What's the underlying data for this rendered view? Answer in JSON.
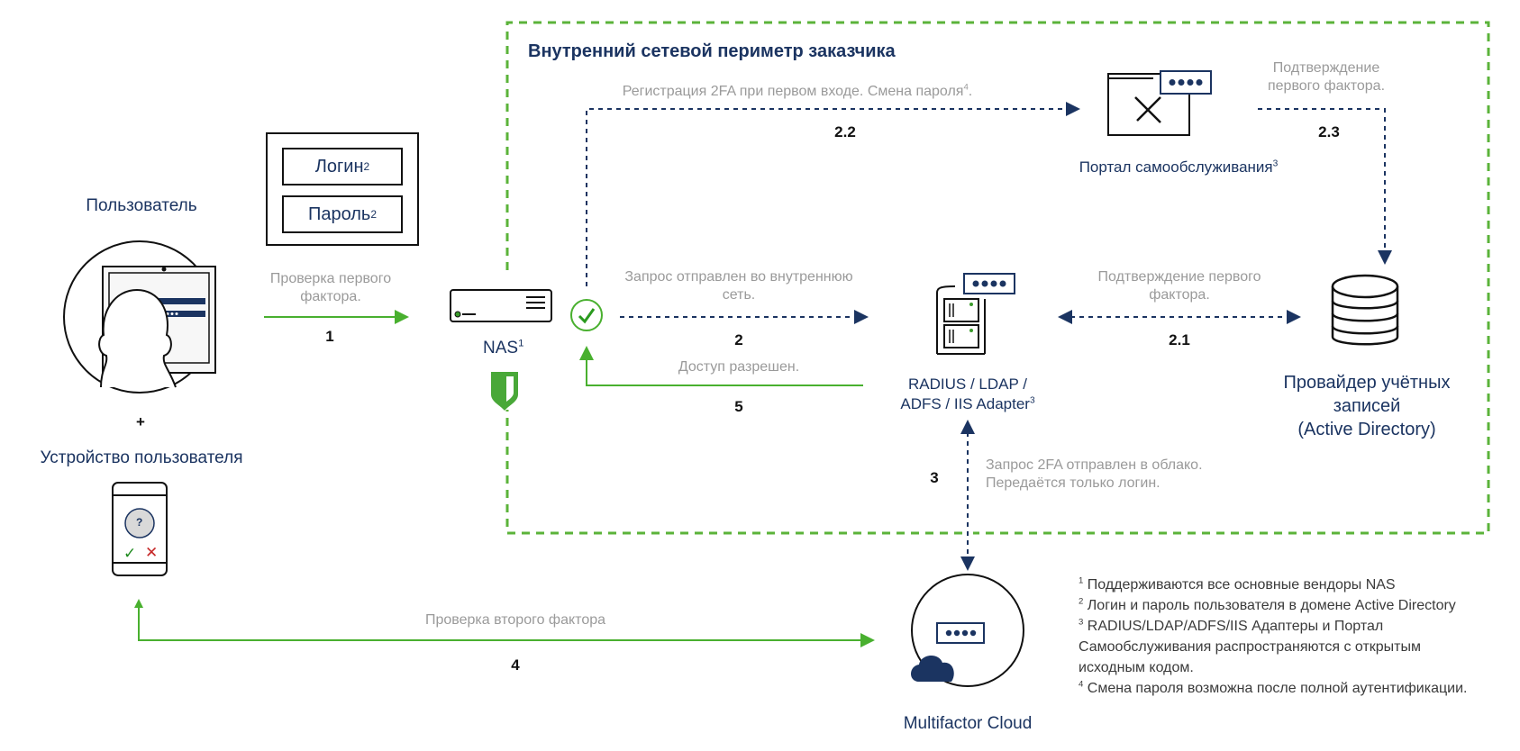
{
  "perimeter": {
    "title": "Внутренний сетевой периметр заказчика"
  },
  "user": {
    "label": "Пользователь",
    "plus": "+",
    "device_label": "Устройство пользователя",
    "device_question": "?"
  },
  "credentials": {
    "login": "Логин",
    "login_sup": "2",
    "password": "Пароль",
    "password_sup": "2"
  },
  "nas": {
    "label": "NAS",
    "sup": "1"
  },
  "adapter": {
    "line1": "RADIUS / LDAP /",
    "line2": "ADFS / IIS Adapter",
    "sup": "3"
  },
  "portal": {
    "label": "Портал самообслуживания",
    "sup": "3"
  },
  "provider": {
    "line1": "Провайдер учётных",
    "line2": "записей",
    "line3": "(Active Directory)"
  },
  "cloud": {
    "label": "Multifactor Cloud"
  },
  "flows": [
    {
      "step": "1",
      "line1": "Проверка первого",
      "line2": "фактора."
    },
    {
      "step": "2",
      "line1": "Запрос отправлен во внутреннюю",
      "line2": "сеть."
    },
    {
      "step": "2.1",
      "line1": "Подтверждение первого",
      "line2": "фактора."
    },
    {
      "step": "2.2",
      "line1": "Регистрация 2FA при первом входе. Смена пароля",
      "sup": "4",
      "tail": "."
    },
    {
      "step": "2.3",
      "line1": "Подтверждение",
      "line2": "первого фактора."
    },
    {
      "step": "3",
      "line1": "Запрос 2FA отправлен в облако.",
      "line2": "Передаётся только логин."
    },
    {
      "step": "4",
      "line1": "Проверка второго фактора"
    },
    {
      "step": "5",
      "line1": "Доступ разрешен."
    }
  ],
  "footnotes": [
    {
      "num": "1",
      "text": "Поддерживаются все основные вендоры NAS"
    },
    {
      "num": "2",
      "text": "Логин и пароль пользователя в домене Active Directory"
    },
    {
      "num": "3",
      "text": "RADIUS/LDAP/ADFS/IIS Адаптеры и Портал Самообслуживания распространяются с открытым исходным кодом."
    },
    {
      "num": "4",
      "text": "Смена пароля возможна после полной аутентификации."
    }
  ],
  "colors": {
    "green": "#5bb33a",
    "navy": "#1b3461",
    "gray": "#9a9a9a",
    "red": "#c62828"
  }
}
